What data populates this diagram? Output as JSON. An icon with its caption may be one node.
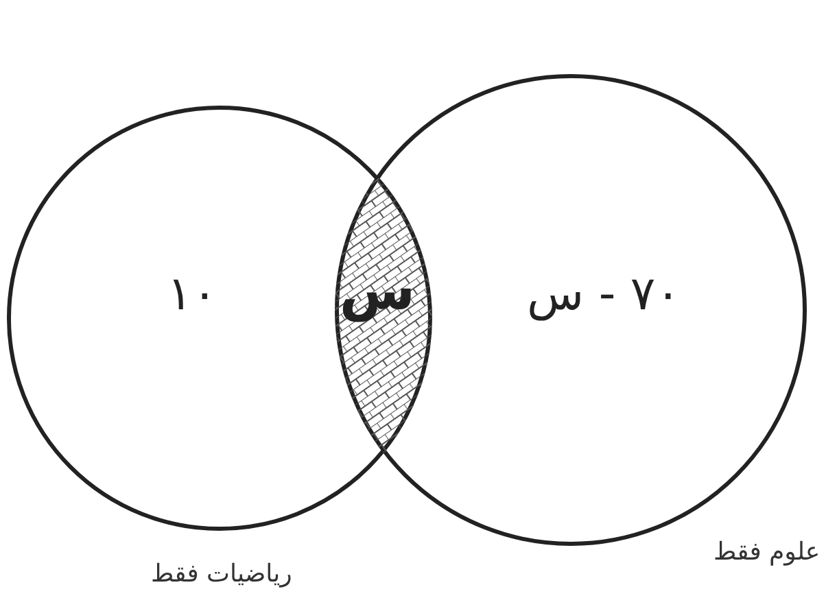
{
  "diagram": {
    "nodes": [
      {
        "text": [
          "١٠"
        ],
        "beside": [
          "رياضيات فقط"
        ]
      },
      {
        "text": [
          "٧٠ - س"
        ],
        "beside": [
          "علوم فقط"
        ]
      },
      {
        "text": [
          "س"
        ]
      }
    ]
  }
}
